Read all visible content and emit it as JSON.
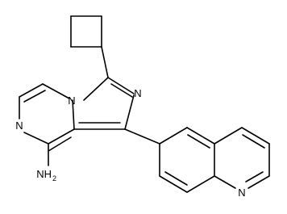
{
  "molecule": {
    "atoms": {
      "n_pyrazine_left": "N",
      "n_bridgehead": "N",
      "n_imidazole": "N",
      "n_quinoline": "N",
      "amine": "NH",
      "amine_subscript": "2"
    }
  }
}
